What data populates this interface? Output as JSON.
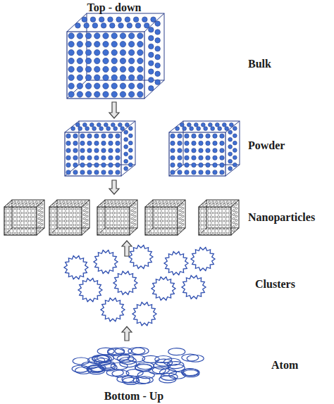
{
  "diagram": {
    "labels": [
      "Top - down",
      "Bulk",
      "Powder",
      "Nanoparticles",
      "Clusters",
      "Atom",
      "Bottom - Up"
    ]
  }
}
